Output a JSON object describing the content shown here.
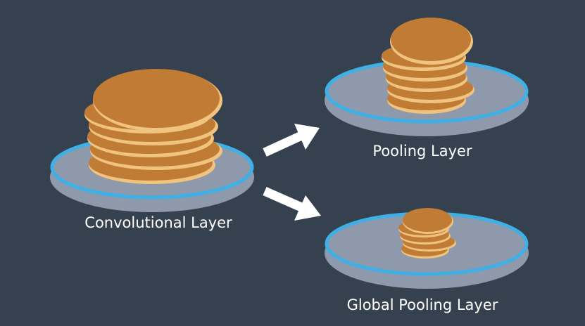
{
  "diagram": {
    "labels": {
      "conv": "Convolutional Layer",
      "pool": "Pooling Layer",
      "global": "Global Pooling Layer"
    },
    "colors": {
      "background": "#36414f",
      "plate_rim": "#8e9aab",
      "plate_ring": "#3fb0e6",
      "plate_inner": "#8e9aab",
      "pancake_top": "#c07c34",
      "pancake_edge": "#f0c37e",
      "arrow": "#ffffff",
      "text": "#ffffff"
    }
  }
}
